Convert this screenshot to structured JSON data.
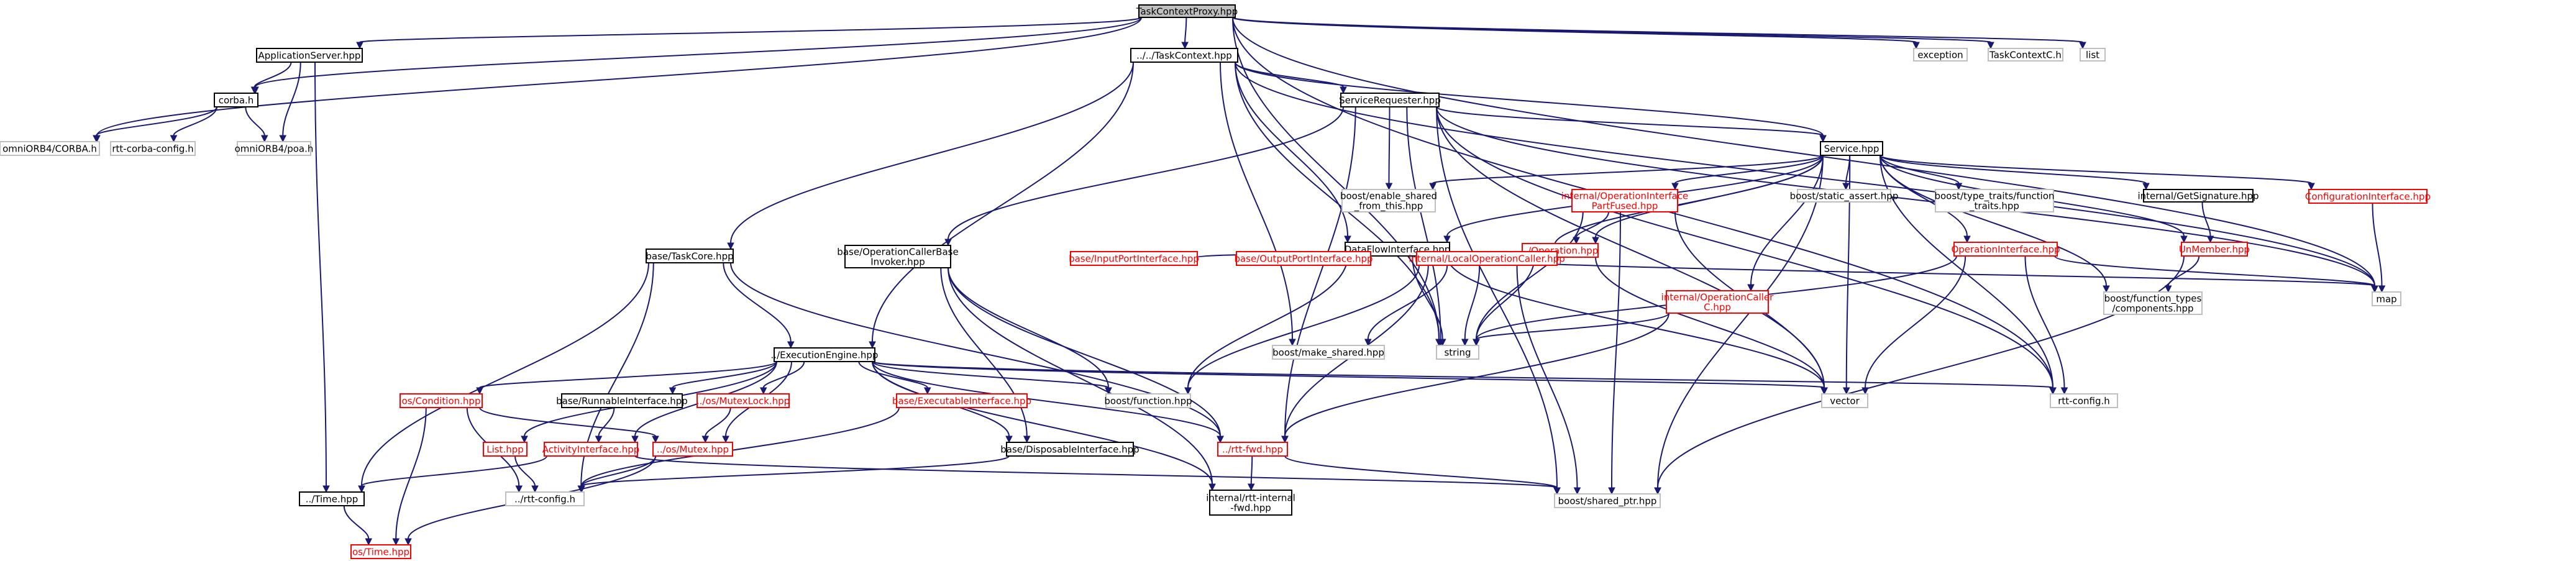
{
  "colors": {
    "root_fill": "#bfbfbf",
    "root_border": "#000000",
    "doc_border": "#000000",
    "missing_border": "#ff0000",
    "external_border": "#bfbfbf",
    "edge": "#191970",
    "text_normal": "#000000",
    "text_missing": "#ff0000"
  },
  "nodes": [
    {
      "id": "n_root",
      "lines": [
        "TaskContextProxy.hpp"
      ],
      "kind": "root"
    },
    {
      "id": "n_appserver",
      "lines": [
        "ApplicationServer.hpp"
      ],
      "kind": "doc"
    },
    {
      "id": "n_taskcontext",
      "lines": [
        "../../TaskContext.hpp"
      ],
      "kind": "doc"
    },
    {
      "id": "n_exception",
      "lines": [
        "exception"
      ],
      "kind": "external"
    },
    {
      "id": "n_taskcontextC",
      "lines": [
        "TaskContextC.h"
      ],
      "kind": "external"
    },
    {
      "id": "n_list",
      "lines": [
        "list"
      ],
      "kind": "external"
    },
    {
      "id": "n_corba",
      "lines": [
        "corba.h"
      ],
      "kind": "doc"
    },
    {
      "id": "n_omniCORBA",
      "lines": [
        "omniORB4/CORBA.h"
      ],
      "kind": "external"
    },
    {
      "id": "n_rttcorbaconfig",
      "lines": [
        "rtt-corba-config.h"
      ],
      "kind": "external"
    },
    {
      "id": "n_omnipoa",
      "lines": [
        "omniORB4/poa.h"
      ],
      "kind": "external"
    },
    {
      "id": "n_servicereq",
      "lines": [
        "ServiceRequester.hpp"
      ],
      "kind": "doc"
    },
    {
      "id": "n_service",
      "lines": [
        "Service.hpp"
      ],
      "kind": "doc"
    },
    {
      "id": "n_boostenable",
      "lines": [
        "boost/enable_shared",
        "_from_this.hpp"
      ],
      "kind": "external"
    },
    {
      "id": "n_internalopi",
      "lines": [
        "internal/OperationInterface",
        "PartFused.hpp"
      ],
      "kind": "missing"
    },
    {
      "id": "n_boostassert",
      "lines": [
        "boost/static_assert.hpp"
      ],
      "kind": "external"
    },
    {
      "id": "n_boosttypetraits",
      "lines": [
        "boost/type_traits/function",
        "_traits.hpp"
      ],
      "kind": "external"
    },
    {
      "id": "n_getsignature",
      "lines": [
        "internal/GetSignature.hpp"
      ],
      "kind": "doc"
    },
    {
      "id": "n_configinterface",
      "lines": [
        "ConfigurationInterface.hpp"
      ],
      "kind": "missing"
    },
    {
      "id": "n_dataflow",
      "lines": [
        "DataFlowInterface.hpp"
      ],
      "kind": "doc"
    },
    {
      "id": "n_operation",
      "lines": [
        "../Operation.hpp"
      ],
      "kind": "missing"
    },
    {
      "id": "n_opinterface",
      "lines": [
        "OperationInterface.hpp"
      ],
      "kind": "missing"
    },
    {
      "id": "n_unmember",
      "lines": [
        "UnMember.hpp"
      ],
      "kind": "missing"
    },
    {
      "id": "n_map",
      "lines": [
        "map"
      ],
      "kind": "external"
    },
    {
      "id": "n_boostfntypes",
      "lines": [
        "boost/function_types",
        "/components.hpp"
      ],
      "kind": "external"
    },
    {
      "id": "n_taskcore",
      "lines": [
        "base/TaskCore.hpp"
      ],
      "kind": "doc"
    },
    {
      "id": "n_opcallerbase",
      "lines": [
        "base/OperationCallerBase",
        "Invoker.hpp"
      ],
      "kind": "doc"
    },
    {
      "id": "n_inputport",
      "lines": [
        "base/InputPortInterface.hpp"
      ],
      "kind": "missing"
    },
    {
      "id": "n_outputport",
      "lines": [
        "base/OutputPortInterface.hpp"
      ],
      "kind": "missing"
    },
    {
      "id": "n_localopcaller",
      "lines": [
        "internal/LocalOperationCaller.hpp"
      ],
      "kind": "missing"
    },
    {
      "id": "n_opcallerC",
      "lines": [
        "internal/OperationCaller",
        "C.hpp"
      ],
      "kind": "missing"
    },
    {
      "id": "n_string",
      "lines": [
        "string"
      ],
      "kind": "external"
    },
    {
      "id": "n_boostmakeshared",
      "lines": [
        "boost/make_shared.hpp"
      ],
      "kind": "external"
    },
    {
      "id": "n_execengine",
      "lines": [
        "../ExecutionEngine.hpp"
      ],
      "kind": "doc"
    },
    {
      "id": "n_boostfunction",
      "lines": [
        "boost/function.hpp"
      ],
      "kind": "external"
    },
    {
      "id": "n_vector",
      "lines": [
        "vector"
      ],
      "kind": "external"
    },
    {
      "id": "n_rttconfig",
      "lines": [
        "rtt-config.h"
      ],
      "kind": "external"
    },
    {
      "id": "n_oscondition",
      "lines": [
        "os/Condition.hpp"
      ],
      "kind": "missing"
    },
    {
      "id": "n_runnable",
      "lines": [
        "base/RunnableInterface.hpp"
      ],
      "kind": "doc"
    },
    {
      "id": "n_mutexlock",
      "lines": [
        "../os/MutexLock.hpp"
      ],
      "kind": "missing"
    },
    {
      "id": "n_executable",
      "lines": [
        "base/ExecutableInterface.hpp"
      ],
      "kind": "missing"
    },
    {
      "id": "n_list2",
      "lines": [
        "List.hpp"
      ],
      "kind": "missing"
    },
    {
      "id": "n_activityif",
      "lines": [
        "ActivityInterface.hpp"
      ],
      "kind": "missing"
    },
    {
      "id": "n_osmutex",
      "lines": [
        "../os/Mutex.hpp"
      ],
      "kind": "missing"
    },
    {
      "id": "n_disposable",
      "lines": [
        "base/DisposableInterface.hpp"
      ],
      "kind": "doc"
    },
    {
      "id": "n_rttfwd",
      "lines": [
        "../rtt-fwd.hpp"
      ],
      "kind": "missing"
    },
    {
      "id": "n_boostsharedptr",
      "lines": [
        "boost/shared_ptr.hpp"
      ],
      "kind": "external"
    },
    {
      "id": "n_time",
      "lines": [
        "../Time.hpp"
      ],
      "kind": "doc"
    },
    {
      "id": "n_rttconfig2",
      "lines": [
        "../rtt-config.h"
      ],
      "kind": "external"
    },
    {
      "id": "n_internalfwd",
      "lines": [
        "internal/rtt-internal",
        "-fwd.hpp"
      ],
      "kind": "doc"
    },
    {
      "id": "n_ostime",
      "lines": [
        "os/Time.hpp"
      ],
      "kind": "missing"
    }
  ]
}
